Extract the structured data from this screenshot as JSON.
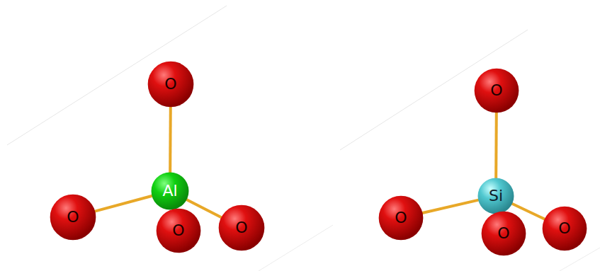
{
  "diagram": {
    "nodes": [
      {
        "text": [
          "O"
        ]
      },
      {
        "text": [
          "Al"
        ]
      },
      {
        "text": [
          "O"
        ]
      },
      {
        "text": [
          "O"
        ]
      },
      {
        "text": [
          "O"
        ]
      },
      {
        "text": [
          "O"
        ]
      },
      {
        "text": [
          "Si"
        ]
      },
      {
        "text": [
          "O"
        ]
      },
      {
        "text": [
          "O"
        ]
      },
      {
        "text": [
          "O"
        ]
      }
    ],
    "edges": [
      {
        "from": 1,
        "to": 0,
        "arrow": "none"
      },
      {
        "from": 1,
        "to": 2,
        "arrow": "none"
      },
      {
        "from": 1,
        "to": 3,
        "arrow": "none"
      },
      {
        "from": 1,
        "to": 4,
        "arrow": "none"
      },
      {
        "from": 6,
        "to": 5,
        "arrow": "none"
      },
      {
        "from": 6,
        "to": 7,
        "arrow": "none"
      },
      {
        "from": 6,
        "to": 8,
        "arrow": "none"
      },
      {
        "from": 6,
        "to": 9,
        "arrow": "none"
      }
    ]
  }
}
